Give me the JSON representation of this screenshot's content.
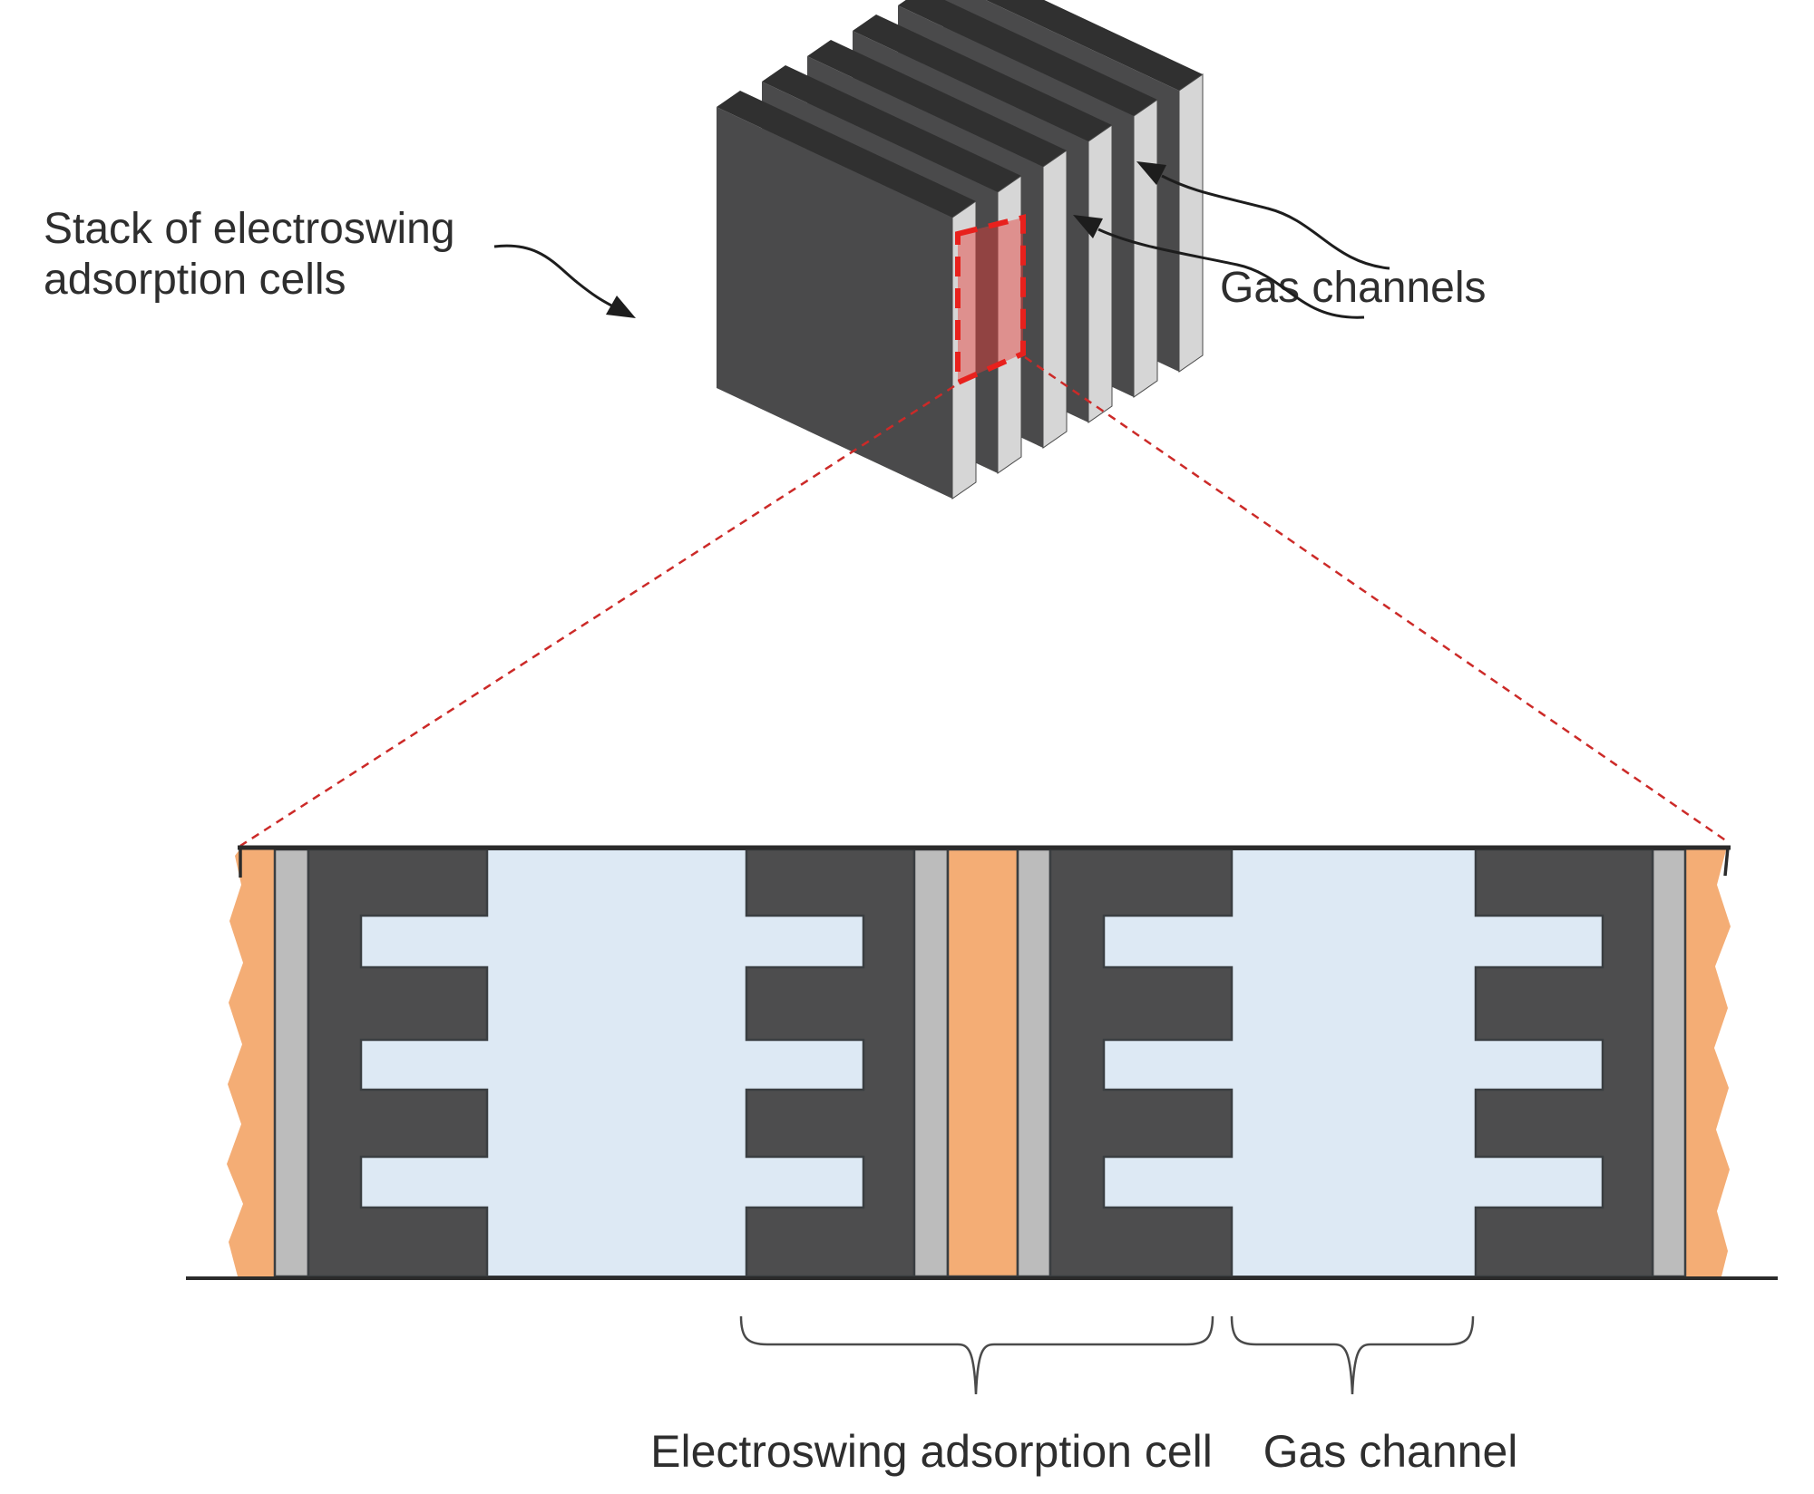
{
  "labels": {
    "stack_line1": "Stack of electroswing",
    "stack_line2": "adsorption cells",
    "gas_channels": "Gas channels",
    "cell": "Electroswing adsorption cell",
    "gas_channel": "Gas channel"
  },
  "colors": {
    "plate_dark": "#4a4a4b",
    "plate_top": "#303030",
    "plate_side": "#d6d6d6",
    "electrode_dark": "#4d4d4e",
    "gas_channel_blue": "#dde9f4",
    "separator_gray": "#bcbcbc",
    "collector_orange": "#f4ad75",
    "highlight_red": "#e8211d",
    "outline": "#3a3e41",
    "text": "#2e2e2e"
  },
  "icons": {
    "arrowhead-icon": "filled-triangle",
    "curved-arrow": "s-curved-leader-line",
    "dashed-highlight-icon": "red-dashed-parallelogram"
  }
}
